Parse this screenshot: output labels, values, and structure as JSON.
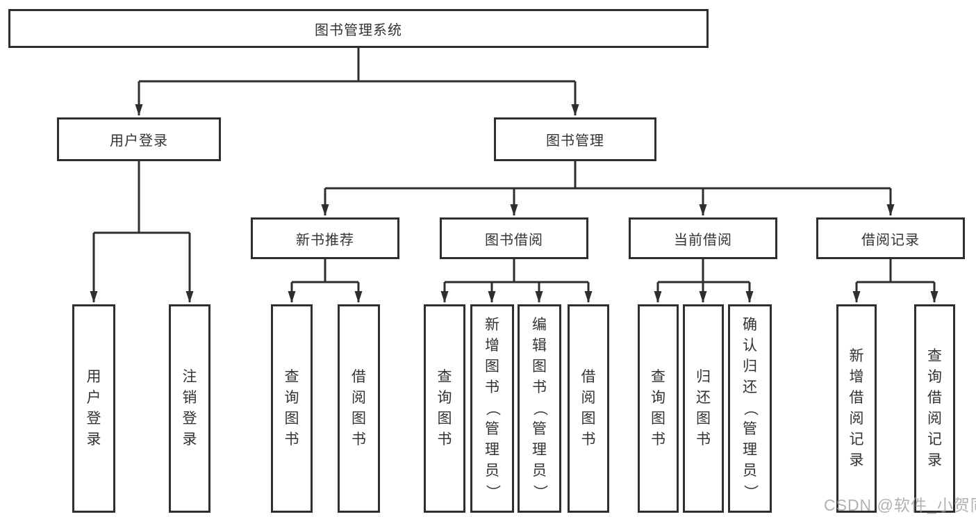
{
  "tree": {
    "label": "图书管理系统",
    "children": [
      {
        "label": "用户登录",
        "children": [
          {
            "label": "用户登录"
          },
          {
            "label": "注销登录"
          }
        ]
      },
      {
        "label": "图书管理",
        "children": [
          {
            "label": "新书推荐",
            "children": [
              {
                "label": "查询图书"
              },
              {
                "label": "借阅图书"
              }
            ]
          },
          {
            "label": "图书借阅",
            "children": [
              {
                "label": "查询图书"
              },
              {
                "label": "新增图书（管理员）"
              },
              {
                "label": "编辑图书（管理员）"
              },
              {
                "label": "借阅图书"
              }
            ]
          },
          {
            "label": "当前借阅",
            "children": [
              {
                "label": "查询图书"
              },
              {
                "label": "归还图书"
              },
              {
                "label": "确认归还（管理员）"
              }
            ]
          },
          {
            "label": "借阅记录",
            "children": [
              {
                "label": "新增借阅记录"
              },
              {
                "label": "查询借阅记录"
              }
            ]
          }
        ]
      }
    ]
  },
  "watermark": "CSDN @软件_小贺同学",
  "colors": {
    "line": "#2e2e2e",
    "box_border": "#2e2e2e",
    "box_bg": "#ffffff",
    "text": "#333333",
    "watermark": "#9e9e9e"
  }
}
